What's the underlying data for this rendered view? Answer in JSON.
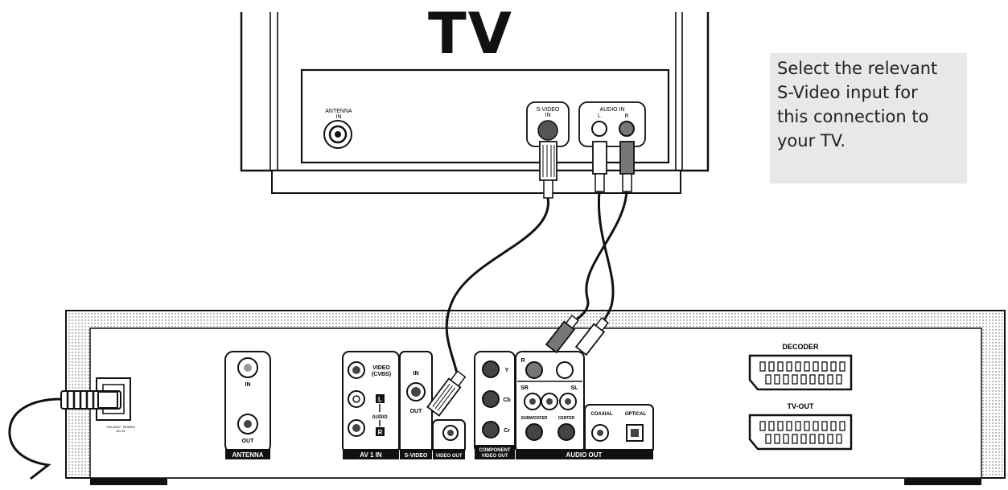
{
  "tv": {
    "title": "TV",
    "antenna_label": [
      "ANTENNA",
      "IN"
    ],
    "svideo_label": [
      "S-VIDEO",
      "IN"
    ],
    "audio_label": [
      "AUDIO IN",
      "L",
      "R"
    ]
  },
  "callout": {
    "lines": [
      "Select the relevant",
      "S-Video input for",
      "this connection to",
      "your TV."
    ]
  },
  "recorder": {
    "antenna": {
      "group": "ANTENNA",
      "in": "IN",
      "out": "OUT"
    },
    "av1": {
      "group": "AV 1 IN",
      "video": [
        "VIDEO",
        "(CVBS)"
      ],
      "audio": "AUDIO",
      "l": "L",
      "r": "R"
    },
    "svideo": {
      "group": "S-VIDEO",
      "in": "IN",
      "out": "OUT"
    },
    "video_out": "VIDEO OUT",
    "component": {
      "group": [
        "COMPONENT",
        "VIDEO OUT"
      ],
      "y": "Y",
      "cb": "Cb",
      "cr": "Cr"
    },
    "audio_out": {
      "group": "AUDIO OUT",
      "r": "R",
      "sr": "SR",
      "sl": "SL",
      "sub": "SUBWOOFER",
      "center": "CENTER",
      "coaxial": "COAXIAL",
      "optical": "OPTICAL"
    },
    "scart": {
      "decoder": "DECODER",
      "tv_out": "TV-OUT"
    },
    "power_label": [
      "100-240V~ 50/60Hz",
      "AC IN"
    ]
  }
}
